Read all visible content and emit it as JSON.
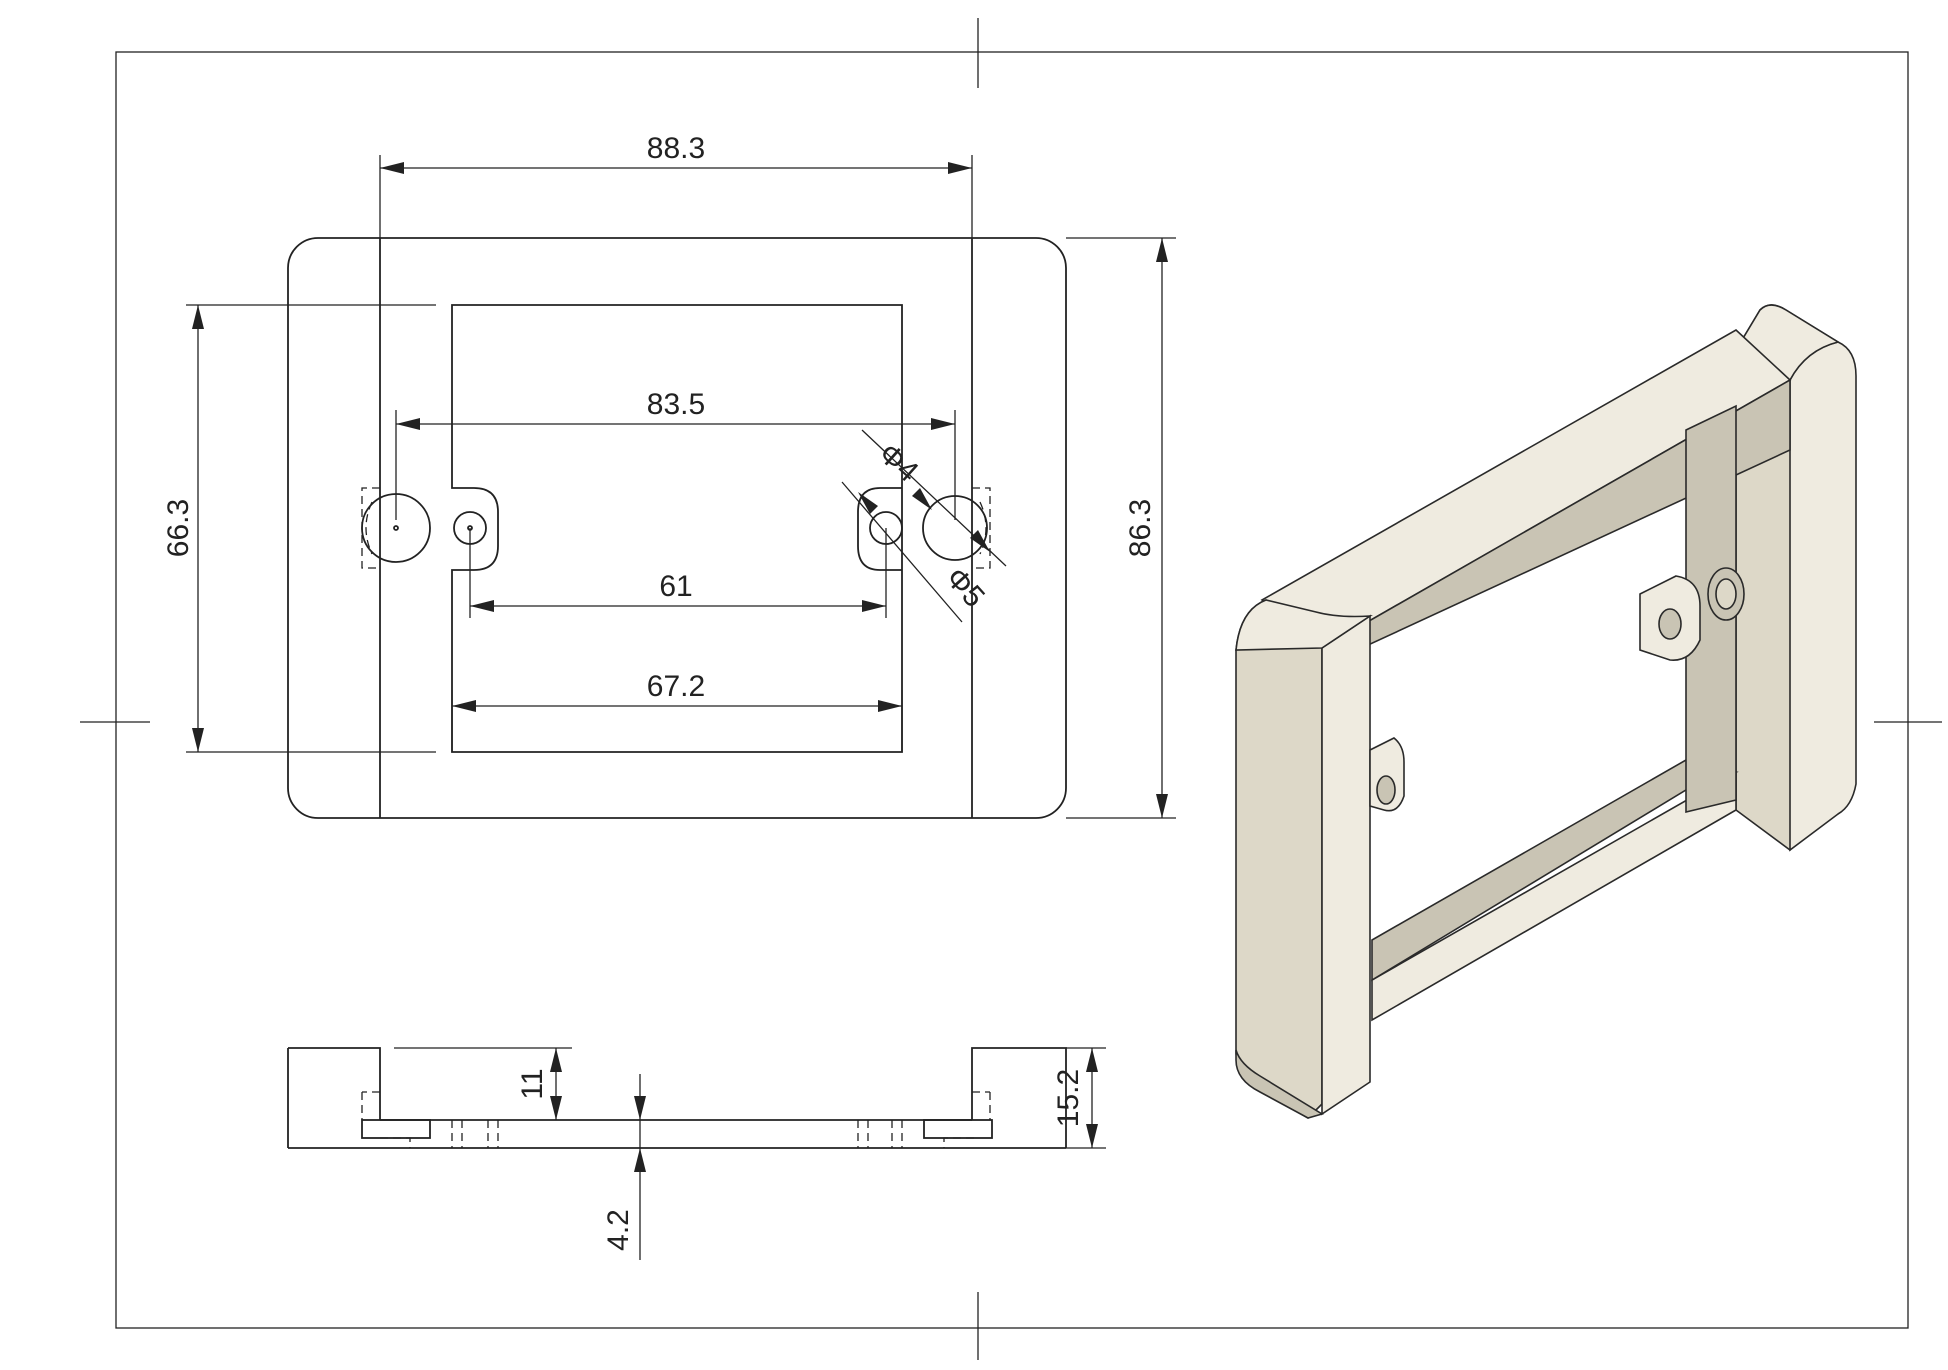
{
  "dimensions": {
    "top_width": "88.3",
    "hole_spacing_outer": "83.5",
    "hole_spacing_inner": "61",
    "opening_width": "67.2",
    "opening_height": "66.3",
    "overall_height": "86.3",
    "hole_dia_small": "Φ4",
    "hole_dia_large": "Φ5",
    "side_depth": "11",
    "total_depth": "15.2",
    "plate_thickness": "4.2"
  },
  "colors": {
    "line": "#222222",
    "part_face": "#efebe0",
    "part_shade": "#c9c4b4"
  }
}
